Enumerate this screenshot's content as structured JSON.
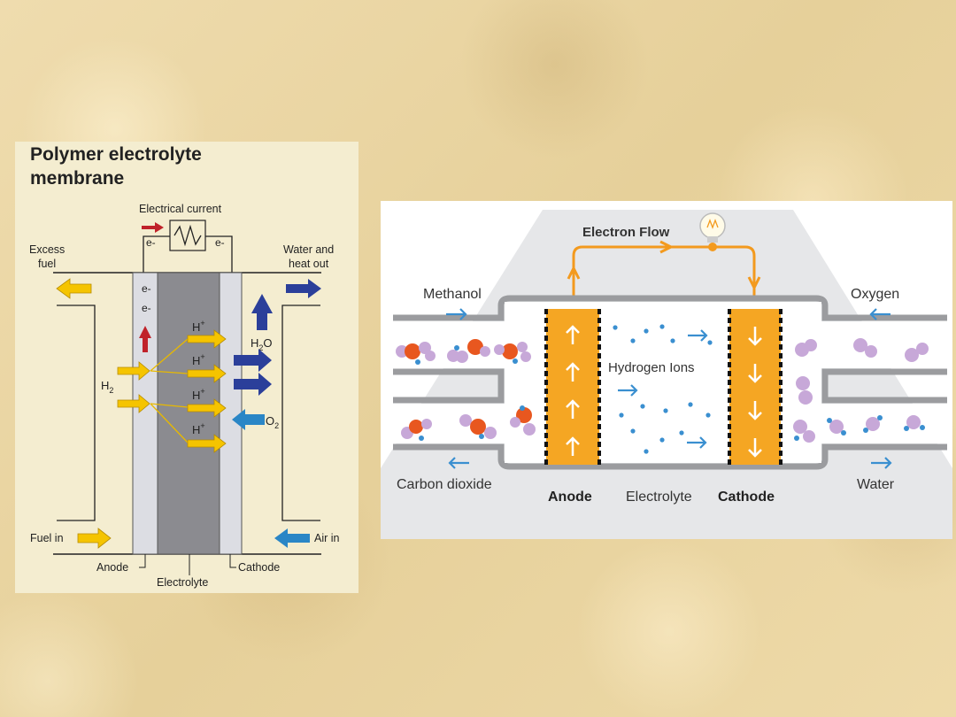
{
  "left_diagram": {
    "title_line1": "Polymer electrolyte",
    "title_line2": "membrane",
    "electrical_current": "Electrical current",
    "electron": "e-",
    "excess_fuel_line1": "Excess",
    "excess_fuel_line2": "fuel",
    "water_heat_line1": "Water and",
    "water_heat_line2": "heat out",
    "h2": "H",
    "h2_sub": "2",
    "h_plus": "H",
    "plus": "+",
    "h2o": "H",
    "h2o_sub": "2",
    "h2o_o": "O",
    "o2": "O",
    "o2_sub": "2",
    "fuel_in": "Fuel in",
    "air_in": "Air in",
    "anode": "Anode",
    "electrolyte": "Electrolyte",
    "cathode": "Cathode"
  },
  "right_diagram": {
    "electron_flow": "Electron Flow",
    "methanol": "Methanol",
    "oxygen": "Oxygen",
    "hydrogen_ions": "Hydrogen Ions",
    "carbon_dioxide": "Carbon dioxide",
    "water": "Water",
    "anode": "Anode",
    "electrolyte": "Electrolyte",
    "cathode": "Cathode"
  },
  "colors": {
    "yellow_arrow": "#f5c400",
    "blue_arrow": "#2b3f9a",
    "red_arrow": "#c0222a",
    "orange": "#f5a623",
    "electron_wire": "#f39a1e",
    "light_blue": "#3a8fd0",
    "methanol_purple": "#c7a8d8",
    "carbon_orange": "#e8571f"
  }
}
